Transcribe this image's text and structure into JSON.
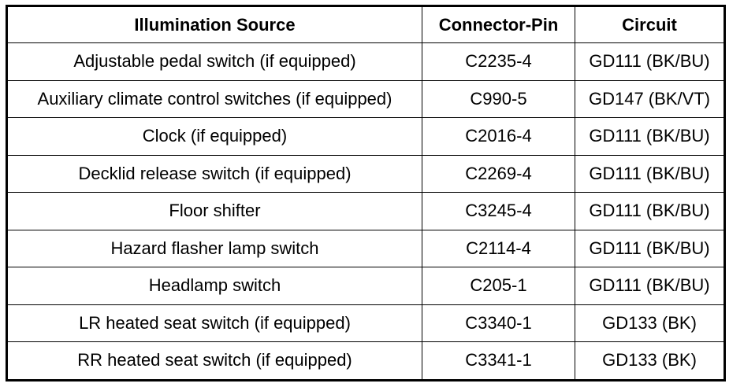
{
  "table": {
    "headers": [
      "Illumination Source",
      "Connector-Pin",
      "Circuit"
    ],
    "rows": [
      [
        "Adjustable pedal switch (if equipped)",
        "C2235-4",
        "GD111 (BK/BU)"
      ],
      [
        "Auxiliary climate control switches (if equipped)",
        "C990-5",
        "GD147 (BK/VT)"
      ],
      [
        "Clock (if equipped)",
        "C2016-4",
        "GD111 (BK/BU)"
      ],
      [
        "Decklid release switch (if equipped)",
        "C2269-4",
        "GD111 (BK/BU)"
      ],
      [
        "Floor shifter",
        "C3245-4",
        "GD111 (BK/BU)"
      ],
      [
        "Hazard flasher lamp switch",
        "C2114-4",
        "GD111 (BK/BU)"
      ],
      [
        "Headlamp switch",
        "C205-1",
        "GD111 (BK/BU)"
      ],
      [
        "LR heated seat switch (if equipped)",
        "C3340-1",
        "GD133 (BK)"
      ],
      [
        "RR heated seat switch (if equipped)",
        "C3341-1",
        "GD133 (BK)"
      ]
    ]
  }
}
